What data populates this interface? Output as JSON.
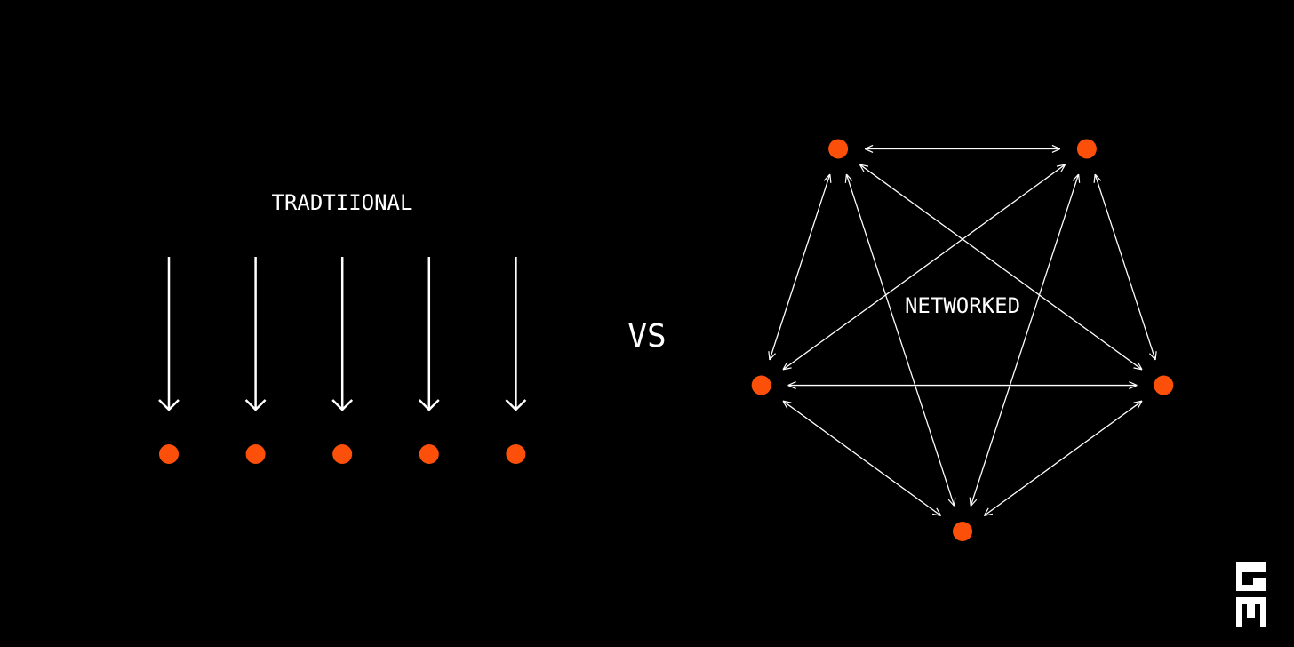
{
  "colors": {
    "background": "#000000",
    "node": "#fc4f0a",
    "line": "#ffffff"
  },
  "traditional": {
    "title": "TRADTIIONAL",
    "node_count": 5
  },
  "vs_label": "VS",
  "networked": {
    "title": "NETWORKED",
    "node_count": 5,
    "connections": "every node linked to every other node with bidirectional arrows"
  },
  "logo": {
    "icon": "gm-logo-icon"
  }
}
